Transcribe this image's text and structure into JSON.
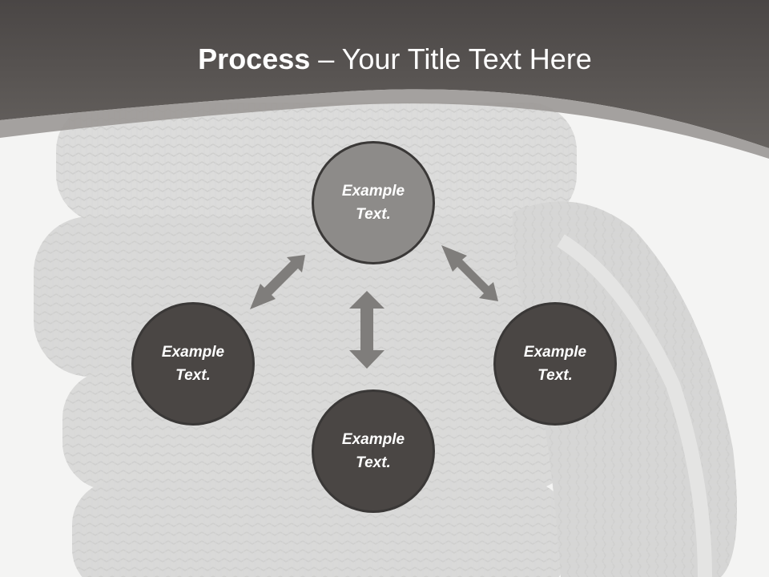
{
  "title": {
    "bold": "Process",
    "rest": " – Your Title Text Here"
  },
  "nodes": {
    "top": "Example Text.",
    "left": "Example Text.",
    "right": "Example Text.",
    "bottom": "Example Text."
  },
  "colors": {
    "header": "#5a5654",
    "node_light": "#8d8b89",
    "node_dark": "#4a4644",
    "arrow": "#7f7d7b",
    "background": "#f4f4f3"
  },
  "background_image": "stacked-tires-photo"
}
